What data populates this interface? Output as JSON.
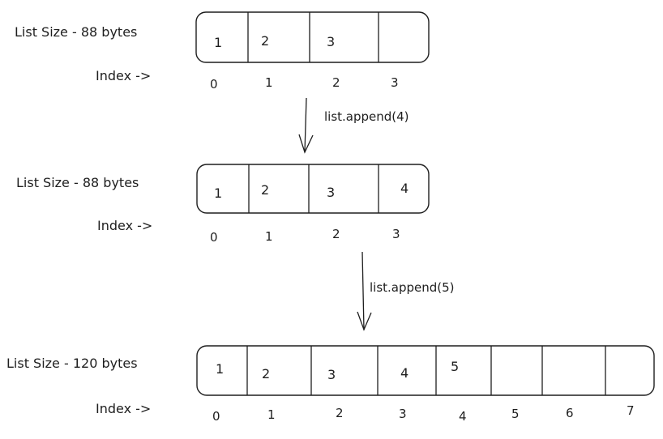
{
  "rows": [
    {
      "size_label": "List Size - 88 bytes",
      "index_label": "Index ->",
      "cells": [
        "1",
        "2",
        "3",
        ""
      ],
      "indices": [
        "0",
        "1",
        "2",
        "3"
      ]
    },
    {
      "size_label": "List Size - 88 bytes",
      "index_label": "Index ->",
      "cells": [
        "1",
        "2",
        "3",
        "4"
      ],
      "indices": [
        "0",
        "1",
        "2",
        "3"
      ]
    },
    {
      "size_label": "List Size - 120 bytes",
      "index_label": "Index ->",
      "cells": [
        "1",
        "2",
        "3",
        "4",
        "5",
        "",
        "",
        ""
      ],
      "indices": [
        "0",
        "1",
        "2",
        "3",
        "4",
        "5",
        "6",
        "7"
      ]
    }
  ],
  "arrows": [
    {
      "label": "list.append(4)"
    },
    {
      "label": "list.append(5)"
    }
  ]
}
